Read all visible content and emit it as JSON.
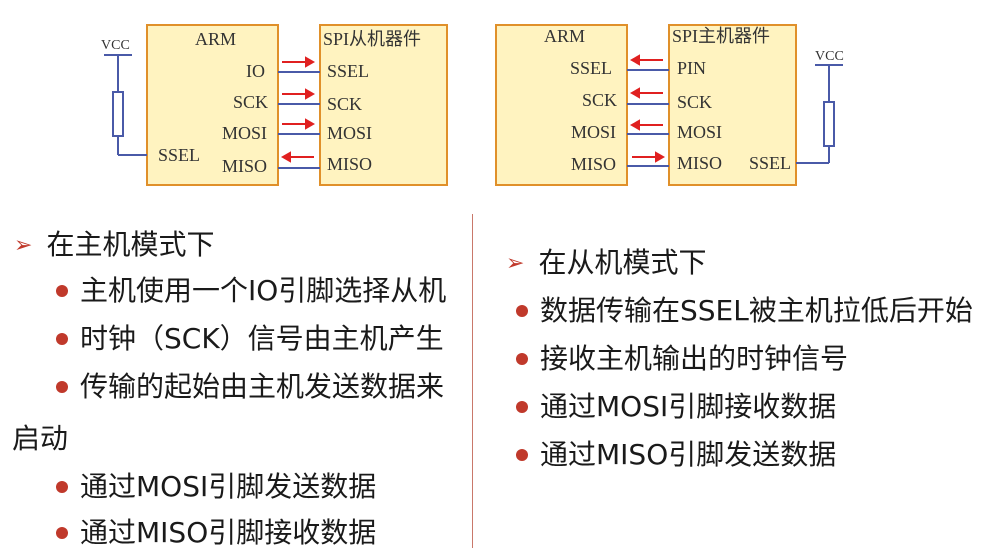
{
  "diagram_left": {
    "cpu_label": "ARM",
    "device_label": "SPI从机器件",
    "vcc_label": "VCC",
    "cpu_pins": [
      "IO",
      "SCK",
      "MOSI",
      "MISO",
      "SSEL"
    ],
    "device_pins": [
      "SSEL",
      "SCK",
      "MOSI",
      "MISO"
    ]
  },
  "diagram_right": {
    "cpu_label": "ARM",
    "device_label": "SPI主机器件",
    "vcc_label": "VCC",
    "cpu_pins": [
      "SSEL",
      "SCK",
      "MOSI",
      "MISO"
    ],
    "device_pins": [
      "PIN",
      "SCK",
      "MOSI",
      "MISO",
      "SSEL"
    ]
  },
  "colors": {
    "box_fill": "#fff3c0",
    "box_border": "#e0902a",
    "wire": "#4a5aa8",
    "arrow": "#e02020",
    "bullet": "#c0392b"
  },
  "left_list": {
    "heading": "在主机模式下",
    "items": [
      "主机使用一个IO引脚选择从机",
      "时钟（SCK）信号由主机产生",
      "传输的起始由主机发送数据来",
      "启动",
      "通过MOSI引脚发送数据",
      "通过MISO引脚接收数据"
    ]
  },
  "right_list": {
    "heading": "在从机模式下",
    "items": [
      "数据传输在SSEL被主机拉低后开始",
      "接收主机输出的时钟信号",
      "通过MOSI引脚接收数据",
      "通过MISO引脚发送数据"
    ]
  }
}
